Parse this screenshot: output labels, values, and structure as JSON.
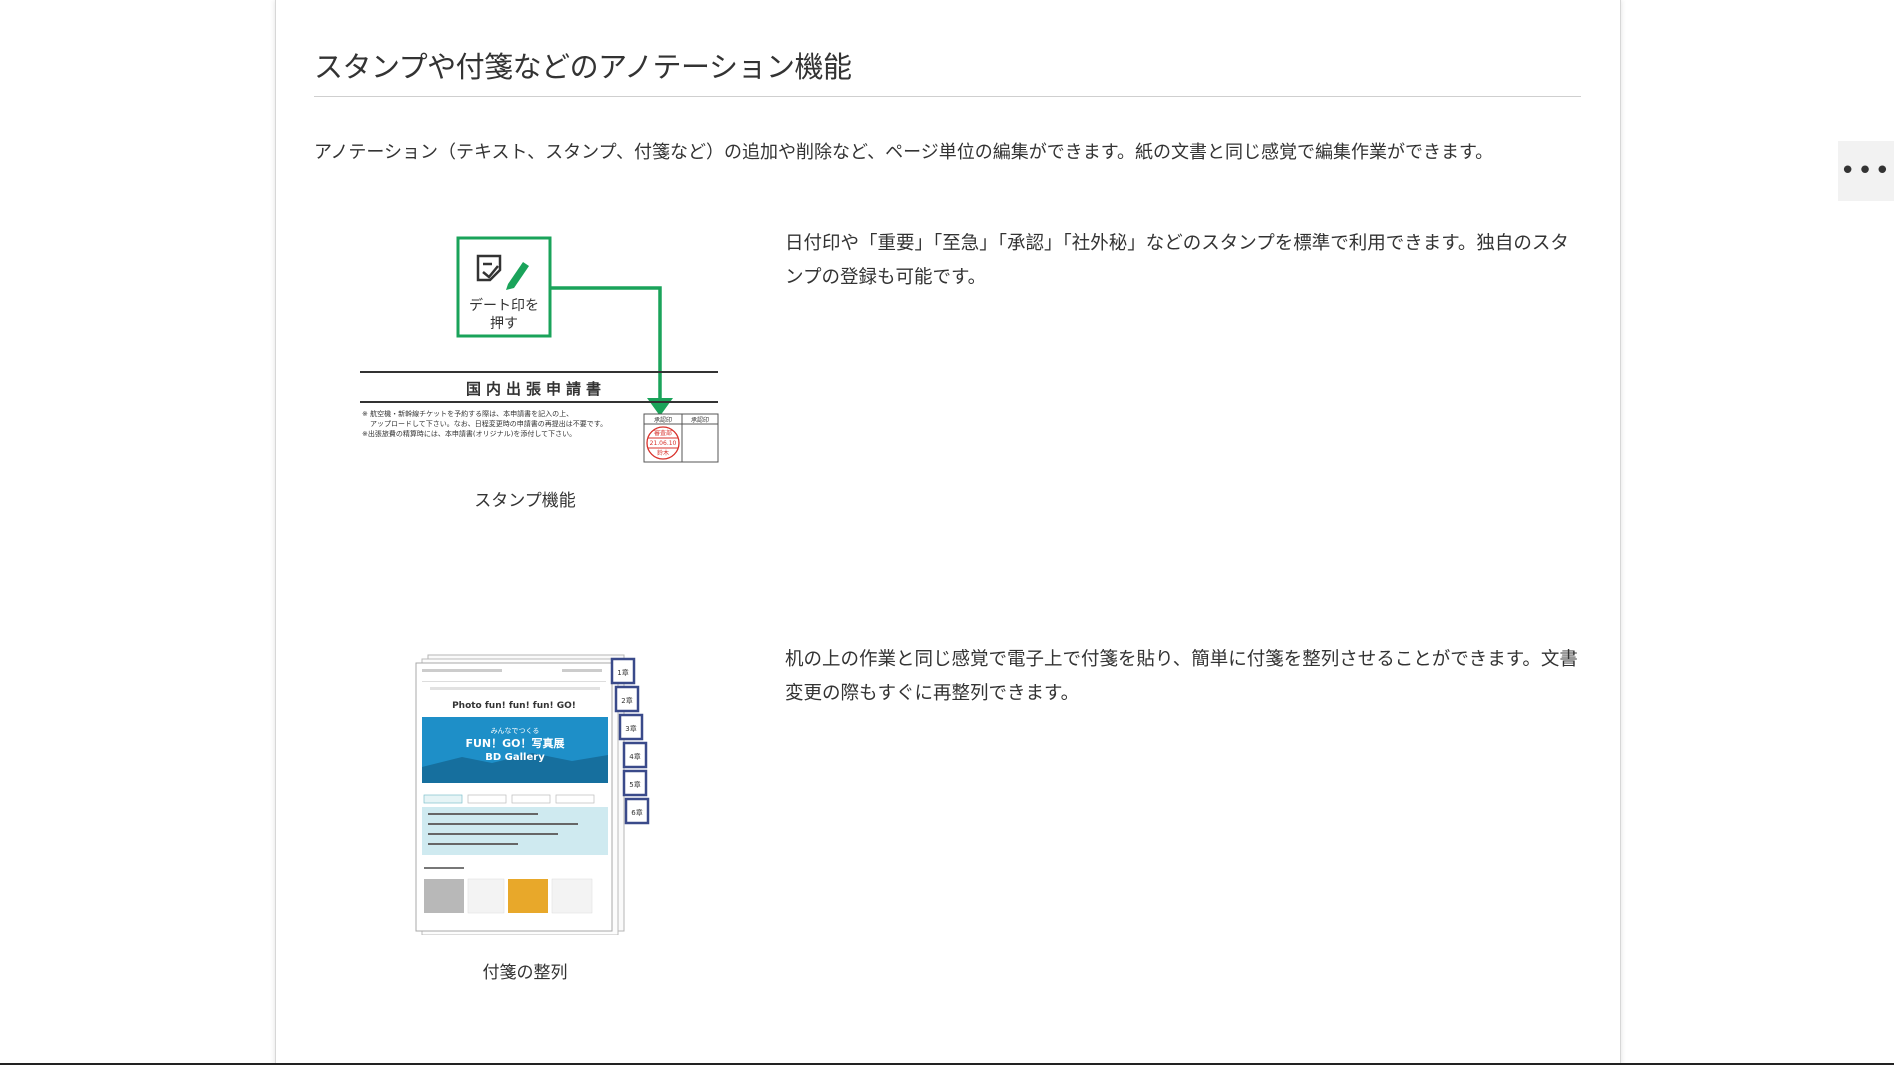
{
  "section": {
    "title": "スタンプや付箋などのアノテーション機能",
    "lead": "アノテーション（テキスト、スタンプ、付箋など）の追加や削除など、ページ単位の編集ができます。紙の文書と同じ感覚で編集作業ができます。"
  },
  "features": [
    {
      "text": "日付印や「重要」「至急」「承認」「社外秘」などのスタンプを標準で利用できます。独自のスタンプの登録も可能です。",
      "caption": "スタンプ機能",
      "figure": {
        "button_label_line1": "デート印を",
        "button_label_line2": "押す",
        "form_title": "国内出張申請書",
        "note_line1": "※ 航空機・新幹線チケットを予約する際は、本申請書を記入の上、",
        "note_line2": "アップロードして下さい。なお、日程変更時の申請書の再提出は不要です。",
        "note_line3": "※出張旅費の精算時には、本申請書(オリジナル)を添付して下さい。",
        "approver_header": "承認印",
        "approver_header2": "承認印",
        "stamp_top": "審査部",
        "stamp_mid": "21.06.10",
        "stamp_bottom": "鈴木",
        "accent_color": "#1aa35a"
      }
    },
    {
      "text": "机の上の作業と同じ感覚で電子上で付箋を貼り、簡単に付箋を整列させることができます。文書変更の際もすぐに再整列できます。",
      "caption": "付箋の整列",
      "figure": {
        "site_title": "Photo fun! fun! fun! GO!",
        "banner_line1": "みんなでつくる",
        "banner_line2": "FUN！GO！写真展",
        "banner_line3": "BD Gallery",
        "tabs": [
          "1章",
          "2章",
          "3章",
          "4章",
          "5章",
          "6章"
        ],
        "banner_color": "#1e8fc8"
      }
    }
  ],
  "ui": {
    "more_label": "•••"
  }
}
